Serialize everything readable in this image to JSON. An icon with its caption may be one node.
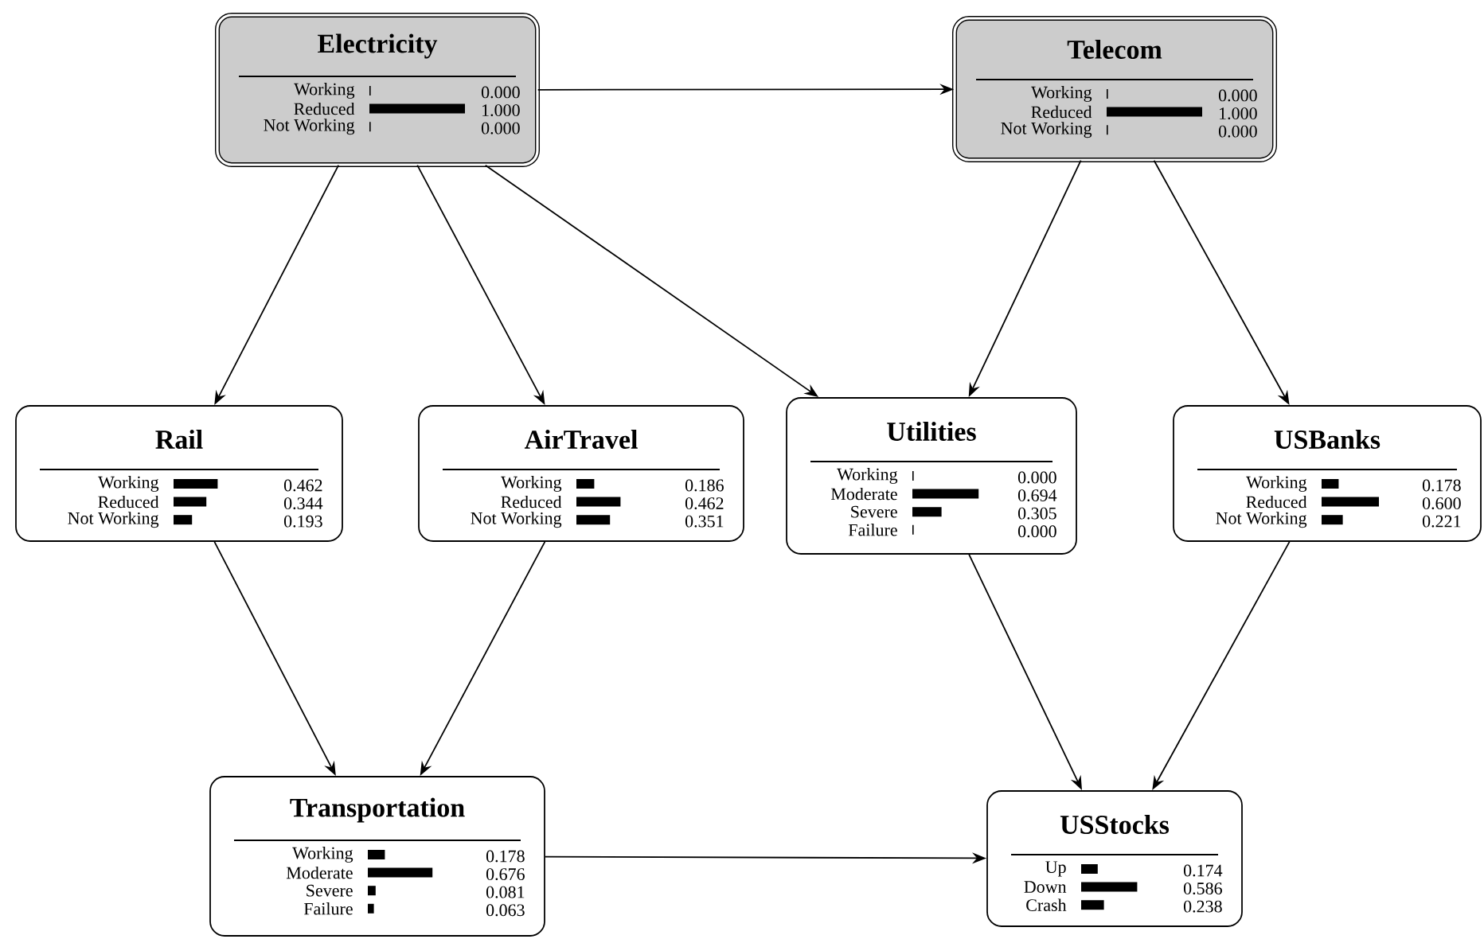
{
  "diagram": {
    "nodes": [
      {
        "text": [
          "Electricity",
          "Working",
          "0.000",
          "Reduced",
          "1.000",
          "Not Working",
          "0.000"
        ]
      },
      {
        "text": [
          "Telecom",
          "Working",
          "0.000",
          "Reduced",
          "1.000",
          "Not Working",
          "0.000"
        ]
      },
      {
        "text": [
          "Rail",
          "Working",
          "0.462",
          "Reduced",
          "0.344",
          "Not Working",
          "0.193"
        ]
      },
      {
        "text": [
          "AirTravel",
          "Working",
          "0.186",
          "Reduced",
          "0.462",
          "Not Working",
          "0.351"
        ]
      },
      {
        "text": [
          "Utilities",
          "Working",
          "0.000",
          "Moderate",
          "0.694",
          "Severe",
          "0.305",
          "Failure",
          "0.000"
        ]
      },
      {
        "text": [
          "USBanks",
          "Working",
          "0.178",
          "Reduced",
          "0.600",
          "Not Working",
          "0.221"
        ]
      },
      {
        "text": [
          "Transportation",
          "Working",
          "0.178",
          "Moderate",
          "0.676",
          "Severe",
          "0.081",
          "Failure",
          "0.063"
        ]
      },
      {
        "text": [
          "USStocks",
          "Up",
          "0.174",
          "Down",
          "0.586",
          "Crash",
          "0.238"
        ]
      }
    ],
    "edges": [
      {
        "from": 0,
        "to": 1,
        "arrow": "to"
      },
      {
        "from": 0,
        "to": 2,
        "arrow": "to"
      },
      {
        "from": 0,
        "to": 3,
        "arrow": "to"
      },
      {
        "from": 0,
        "to": 4,
        "arrow": "to"
      },
      {
        "from": 1,
        "to": 4,
        "arrow": "to"
      },
      {
        "from": 1,
        "to": 5,
        "arrow": "to"
      },
      {
        "from": 2,
        "to": 6,
        "arrow": "to"
      },
      {
        "from": 3,
        "to": 6,
        "arrow": "to"
      },
      {
        "from": 4,
        "to": 7,
        "arrow": "to"
      },
      {
        "from": 5,
        "to": 7,
        "arrow": "to"
      },
      {
        "from": 6,
        "to": 7,
        "arrow": "to"
      }
    ]
  }
}
